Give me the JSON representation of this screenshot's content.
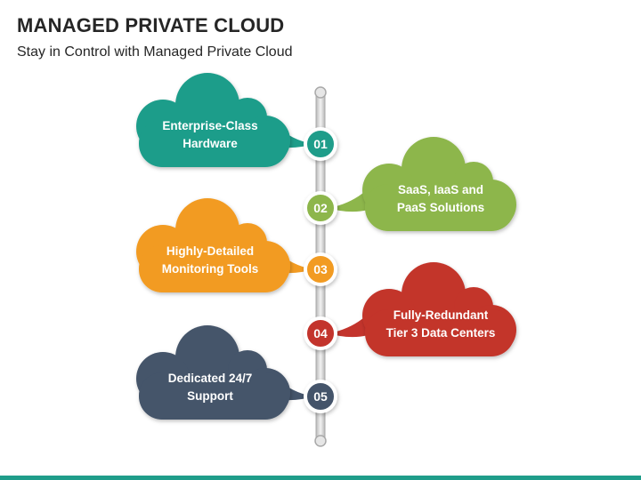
{
  "title": "MANAGED PRIVATE CLOUD",
  "subtitle": "Stay in Control with Managed Private Cloud",
  "colors": {
    "teal": "#1f9d8a",
    "green": "#8db64b",
    "orange": "#f29b22",
    "red": "#c3342c",
    "slate": "#44546a"
  },
  "steps": [
    {
      "number": "01",
      "line1": "Enterprise-Class",
      "line2": "Hardware",
      "color": "#1f9d8a",
      "side": "left"
    },
    {
      "number": "02",
      "line1": "SaaS, IaaS and",
      "line2": "PaaS Solutions",
      "color": "#8db64b",
      "side": "right"
    },
    {
      "number": "03",
      "line1": "Highly-Detailed",
      "line2": "Monitoring Tools",
      "color": "#f29b22",
      "side": "left"
    },
    {
      "number": "04",
      "line1": "Fully-Redundant",
      "line2": "Tier 3 Data Centers",
      "color": "#c3342c",
      "side": "right"
    },
    {
      "number": "05",
      "line1": "Dedicated 24/7",
      "line2": "Support",
      "color": "#44546a",
      "side": "left"
    }
  ]
}
